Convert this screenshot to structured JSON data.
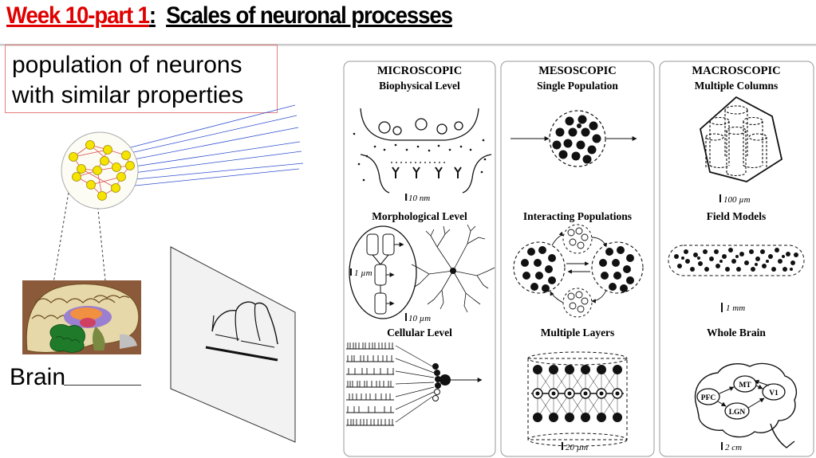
{
  "title": {
    "prefix": "Week 10-part 1",
    "separator": ":",
    "main": "Scales of neuronal processes"
  },
  "callout": {
    "line1": "population of neurons",
    "line2": "with similar properties"
  },
  "brain_label": "Brain",
  "panels": [
    {
      "header": "MICROSCOPIC",
      "levels": [
        {
          "title": "Biophysical Level",
          "scale": "10 nm"
        },
        {
          "title": "Morphological Level",
          "scale": "10 µm",
          "scale2": "1 µm"
        },
        {
          "title": "Cellular Level"
        }
      ]
    },
    {
      "header": "MESOSCOPIC",
      "levels": [
        {
          "title": "Single Population"
        },
        {
          "title": "Interacting Populations"
        },
        {
          "title": "Multiple Layers",
          "scale": "20 µm"
        }
      ]
    },
    {
      "header": "MACROSCOPIC",
      "levels": [
        {
          "title": "Multiple Columns",
          "scale": "100 µm"
        },
        {
          "title": "Field Models",
          "scale": "1 mm"
        },
        {
          "title": "Whole Brain",
          "scale": "2 cm",
          "regions": [
            "MT",
            "V1",
            "PFC",
            "LGN"
          ]
        }
      ]
    }
  ],
  "colors": {
    "title_red": "#e00000",
    "neuron_yellow": "#f5e400",
    "connection_red": "#e05050",
    "projection_blue": "#3050d0"
  }
}
